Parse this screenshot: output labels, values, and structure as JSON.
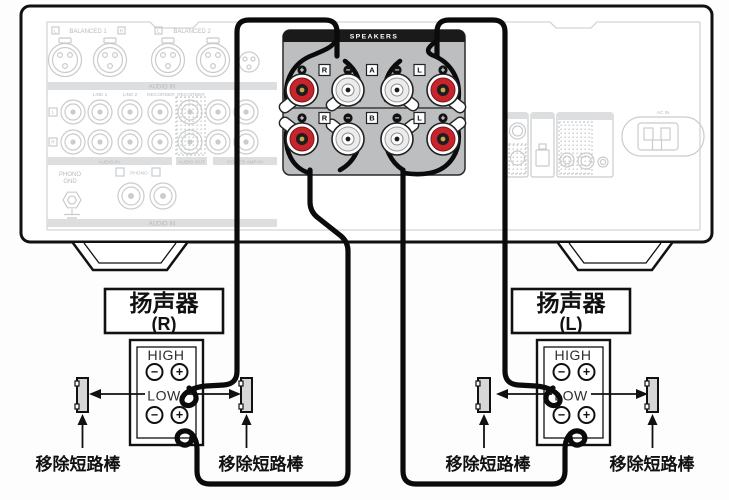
{
  "colors": {
    "wire": "#0b0b0b",
    "outline": "#111111",
    "panel_body": "#bcbec0",
    "panel_header": "#1a1a1a",
    "post_red": "#c8242c",
    "post_white": "#ececec",
    "faded": "#c9cbcd",
    "shorting_bar_fill": "#d7d7d7"
  },
  "amp": {
    "speaker_panel": {
      "title": "SPEAKERS",
      "row_a": {
        "plus_r": "+",
        "r": "R",
        "minus_r": "−",
        "group": "A",
        "minus_l": "−",
        "l": "L",
        "plus_l": "+"
      },
      "row_b": {
        "plus_r": "+",
        "r": "R",
        "minus_r": "−",
        "group": "B",
        "minus_l": "−",
        "l": "L",
        "plus_l": "+"
      }
    },
    "rear": {
      "l_badge": "L",
      "r_badge": "R",
      "balanced_1": "BALANCED 1",
      "balanced_2": "BALANCED 2",
      "audio_in": "AUDIO IN",
      "line_1": "LINE 1",
      "line_2": "LINE 2",
      "recorder": "RECORDER",
      "audio_out": "AUDIO OUT",
      "power_amp_in": "POWER AMP IN",
      "phono": "PHONO",
      "gnd": "GND",
      "ac_in": "AC IN"
    }
  },
  "speaker_r": {
    "name": "扬声器",
    "channel": "(R)",
    "high": "HIGH",
    "low": "LOW",
    "high_minus": "−",
    "high_plus": "+",
    "low_minus": "−",
    "low_plus": "+"
  },
  "speaker_l": {
    "name": "扬声器",
    "channel": "(L)",
    "high": "HIGH",
    "low": "LOW",
    "high_minus": "−",
    "high_plus": "+",
    "low_minus": "−",
    "low_plus": "+"
  },
  "captions": {
    "remove_shorting_bar": "移除短路棒"
  }
}
